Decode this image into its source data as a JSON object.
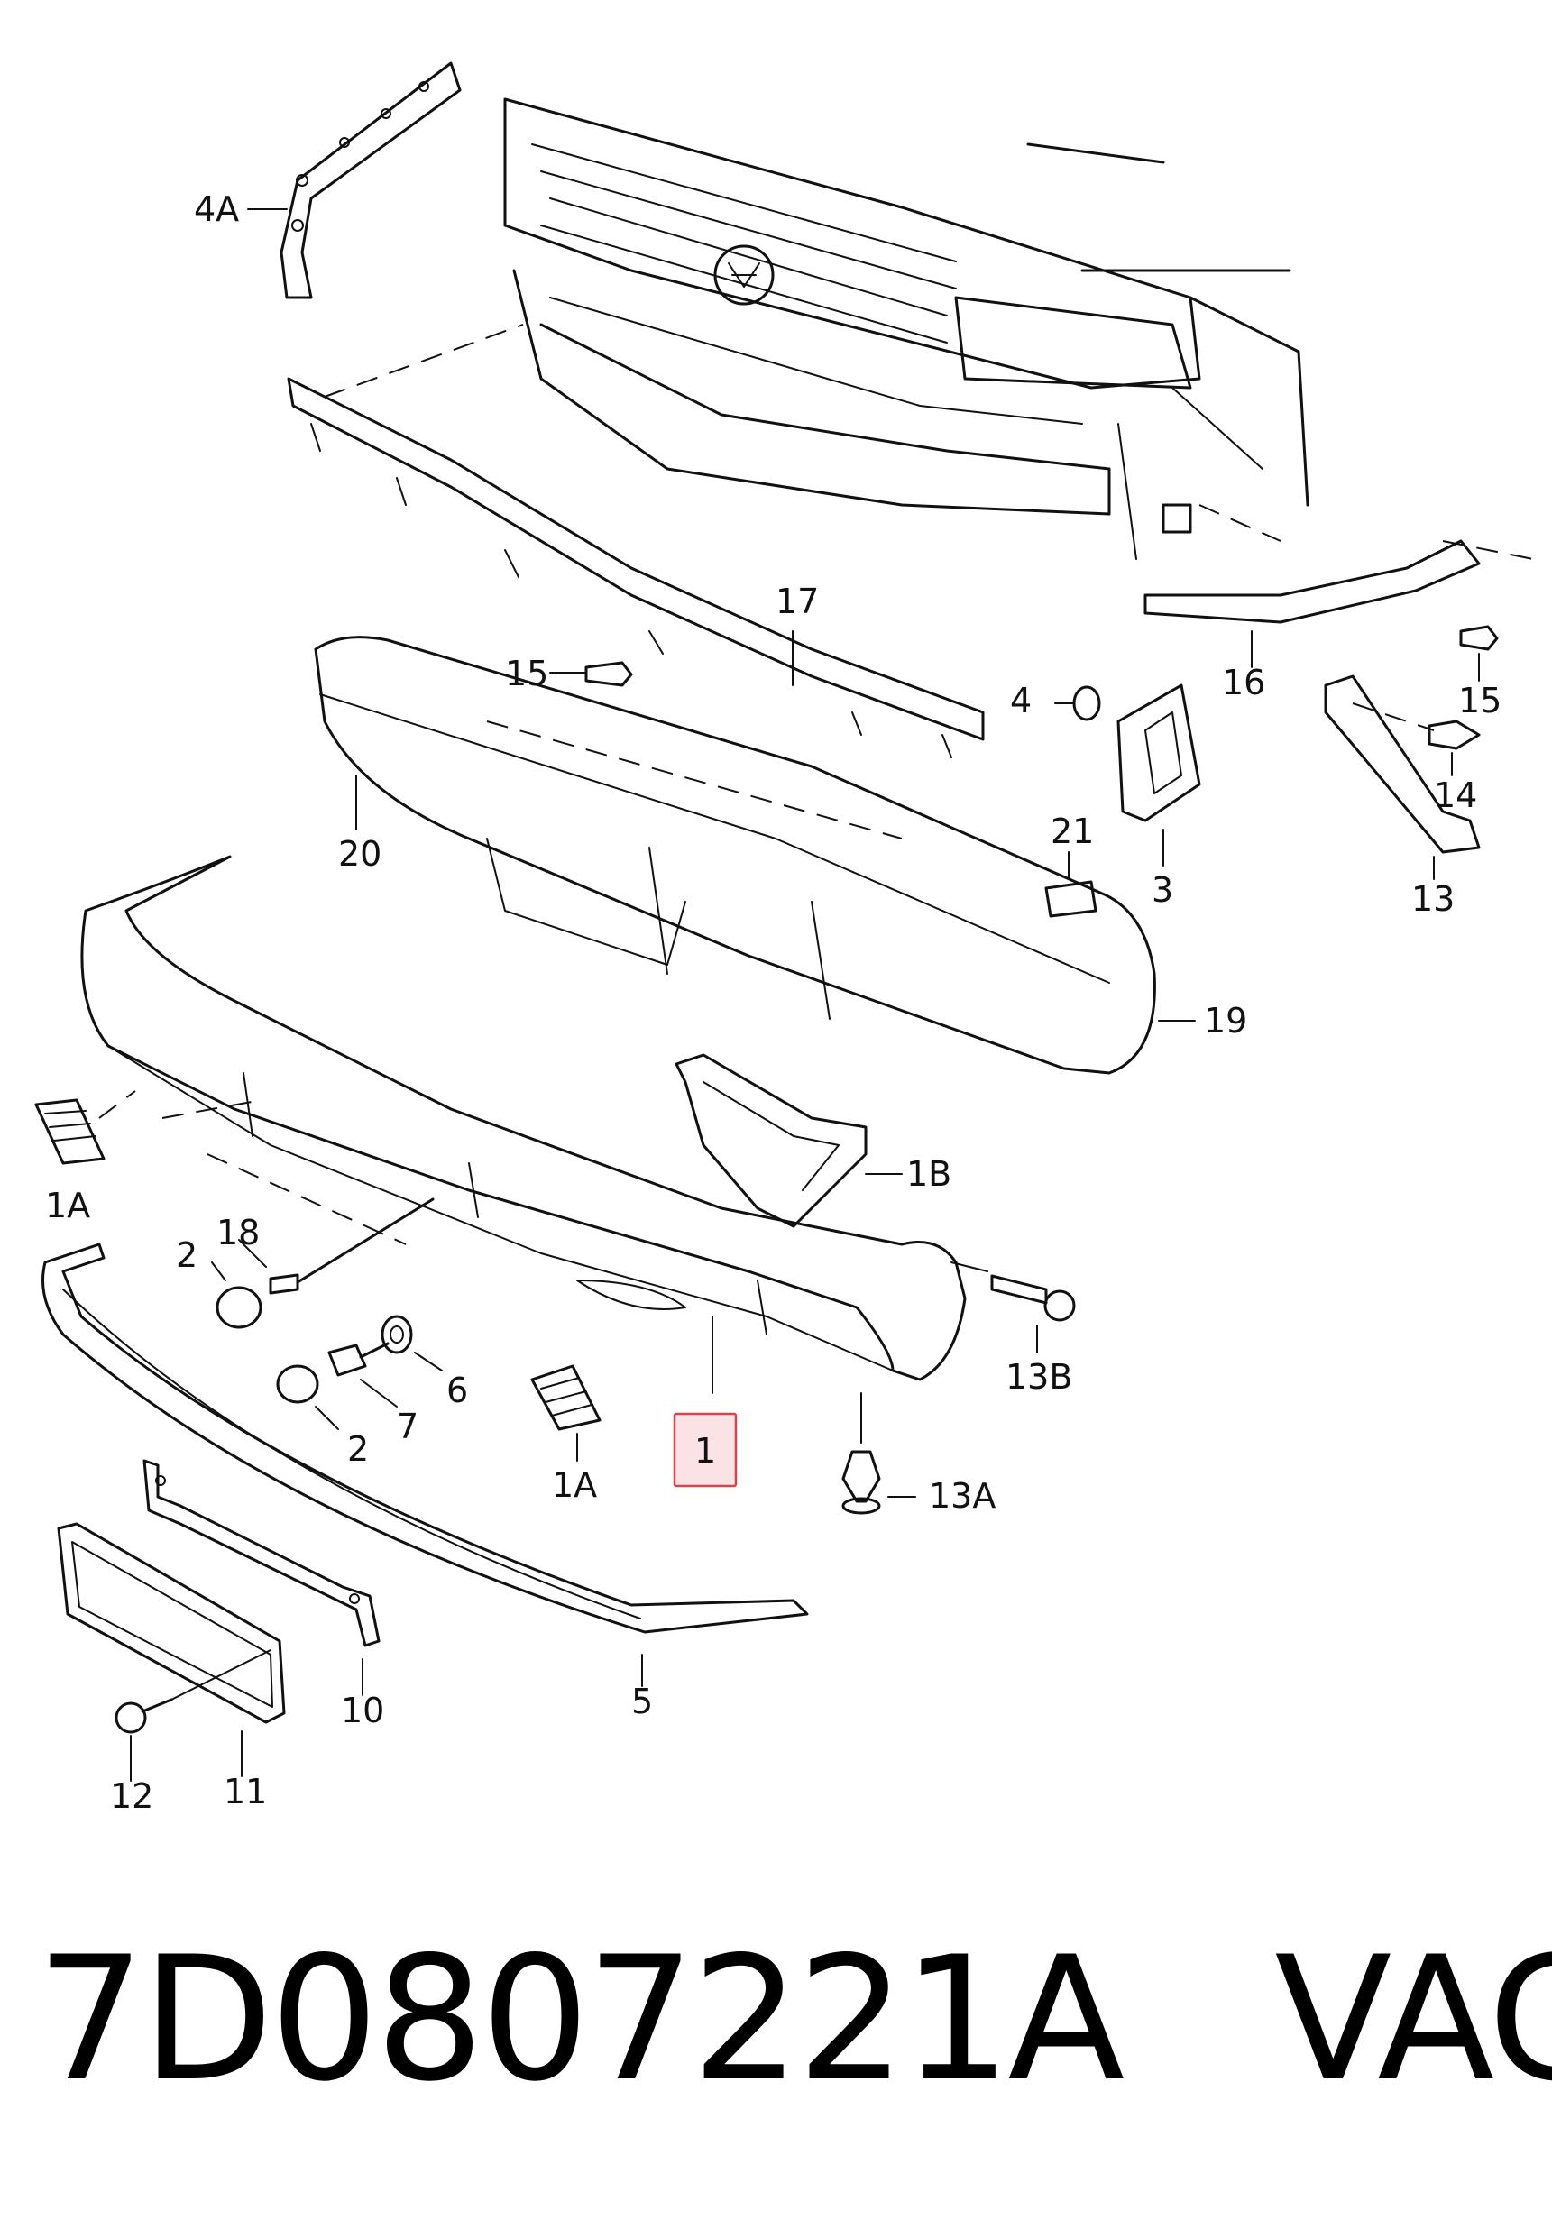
{
  "callouts": {
    "c4A": "4A",
    "c17": "17",
    "c15a": "15",
    "c20": "20",
    "c4": "4",
    "c3": "3",
    "c16": "16",
    "c15b": "15",
    "c14": "14",
    "c13": "13",
    "c21": "21",
    "c19": "19",
    "c1B": "1B",
    "c1Aa": "1A",
    "c2a": "2",
    "c18": "18",
    "c6": "6",
    "c7": "7",
    "c2b": "2",
    "c1Ab": "1A",
    "c1": "1",
    "c13B": "13B",
    "c13A": "13A",
    "c10": "10",
    "c5": "5",
    "c11": "11",
    "c12": "12"
  },
  "footer": {
    "part_number": "7D0807221A",
    "brand": "VAG"
  },
  "colors": {
    "highlight_border": "#d9434b",
    "highlight_fill": "#fbe3e5"
  }
}
